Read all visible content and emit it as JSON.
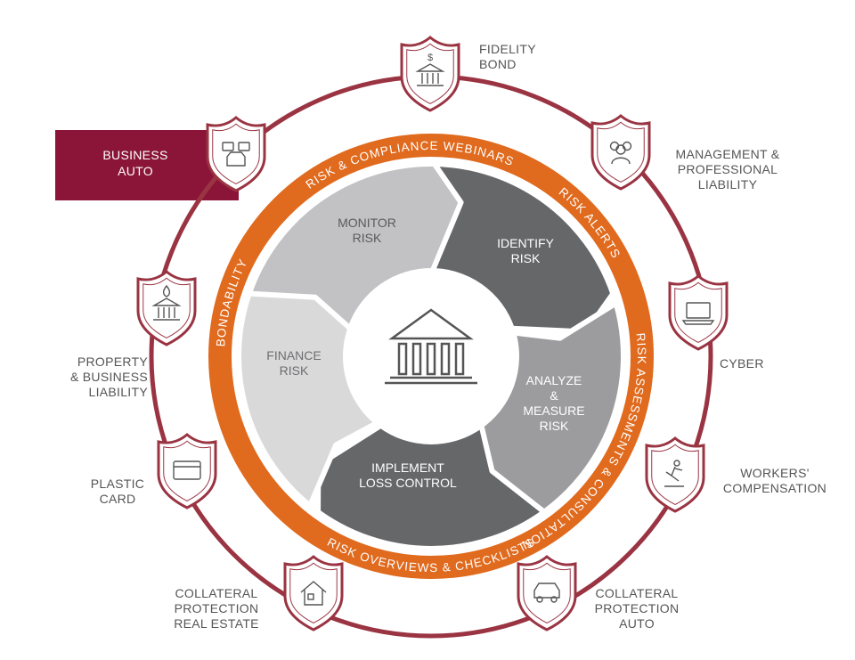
{
  "colors": {
    "ring": "#9a3442",
    "orange": "#e06a1d",
    "highlight": "#8a1538",
    "dark": "#666769",
    "mid": "#9c9c9e",
    "light": "#c2c2c4",
    "lighter": "#d9d9da"
  },
  "center_icon": "bank-icon",
  "cycle": [
    {
      "label": "IDENTIFY\nRISK",
      "tone": "dark"
    },
    {
      "label": "ANALYZE\n&\nMEASURE\nRISK",
      "tone": "mid"
    },
    {
      "label": "IMPLEMENT\nLOSS CONTROL",
      "tone": "dark"
    },
    {
      "label": "FINANCE\nRISK",
      "tone": "lighter"
    },
    {
      "label": "MONITOR\nRISK",
      "tone": "light"
    }
  ],
  "ring_texts": [
    "RISK & COMPLIANCE WEBINARS",
    "RISK ALERTS",
    "RISK ASSESSMENTS & CONSULTATION",
    "RISK OVERVIEWS & CHECKLISTS",
    "BONDABILITY"
  ],
  "coverages": [
    {
      "label": "FIDELITY\nBOND",
      "icon": "bank-dollar-icon"
    },
    {
      "label": "MANAGEMENT &\nPROFESSIONAL\nLIABILITY",
      "icon": "people-icon"
    },
    {
      "label": "CYBER",
      "icon": "laptop-icon"
    },
    {
      "label": "WORKERS'\nCOMPENSATION",
      "icon": "falling-worker-icon"
    },
    {
      "label": "COLLATERAL\nPROTECTION\nAUTO",
      "icon": "car-icon"
    },
    {
      "label": "COLLATERAL\nPROTECTION\nREAL ESTATE",
      "icon": "house-icon"
    },
    {
      "label": "PLASTIC\nCARD",
      "icon": "credit-card-icon"
    },
    {
      "label": "PROPERTY\n& BUSINESS\nLIABILITY",
      "icon": "bank-fire-icon"
    },
    {
      "label": "BUSINESS\nAUTO",
      "icon": "vehicles-icon",
      "highlighted": true
    }
  ]
}
